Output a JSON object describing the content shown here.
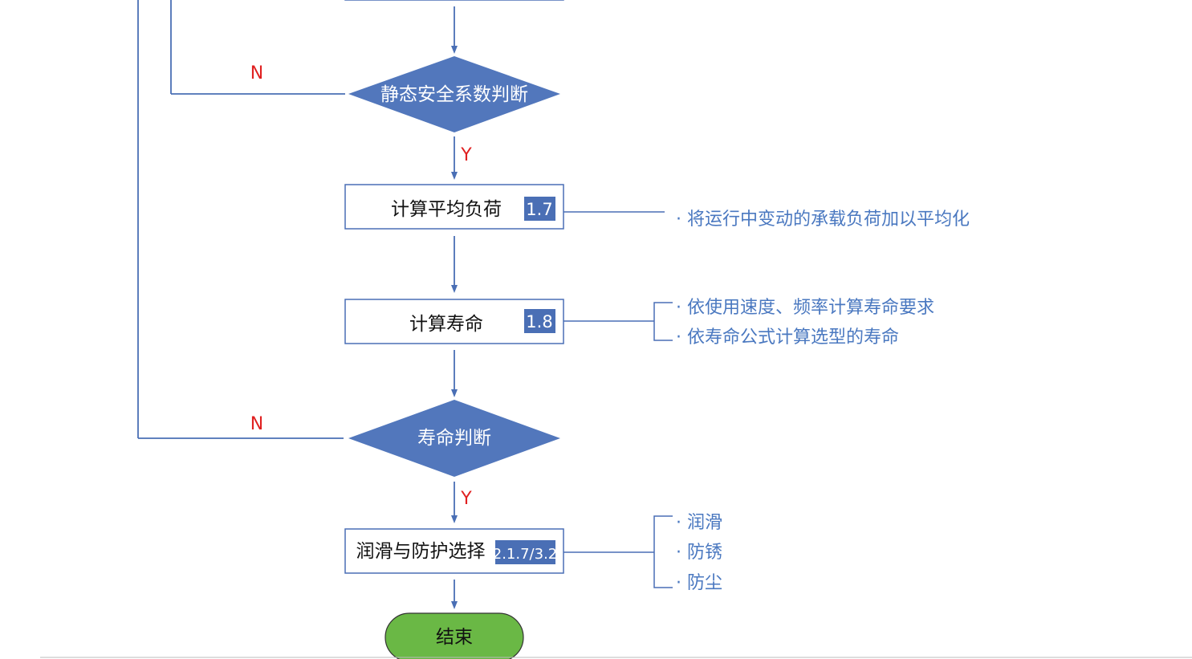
{
  "colors": {
    "line": "#4a6fb5",
    "diamond_fill": "#5277bc",
    "tag_fill": "#4a6fb5",
    "end_fill": "#6ab845",
    "label_red": "#e02020",
    "note_blue": "#4a78c0"
  },
  "decisions": {
    "static_safety": {
      "label": "静态安全系数判断",
      "no": "N",
      "yes": "Y"
    },
    "life_check": {
      "label": "寿命判断",
      "no": "N",
      "yes": "Y"
    }
  },
  "steps": {
    "avg_load": {
      "label": "计算平均负荷",
      "tag": "1.7"
    },
    "life_calc": {
      "label": "计算寿命",
      "tag": "1.8"
    },
    "lube": {
      "label": "润滑与防护选择",
      "tag": "2.1.7/3.2"
    }
  },
  "notes": {
    "avg_load": [
      "· 将运行中变动的承载负荷加以平均化"
    ],
    "life_calc": [
      "· 依使用速度、频率计算寿命要求",
      "· 依寿命公式计算选型的寿命"
    ],
    "lube": [
      "· 润滑",
      "· 防锈",
      "· 防尘"
    ]
  },
  "terminator": {
    "end": "结束"
  }
}
